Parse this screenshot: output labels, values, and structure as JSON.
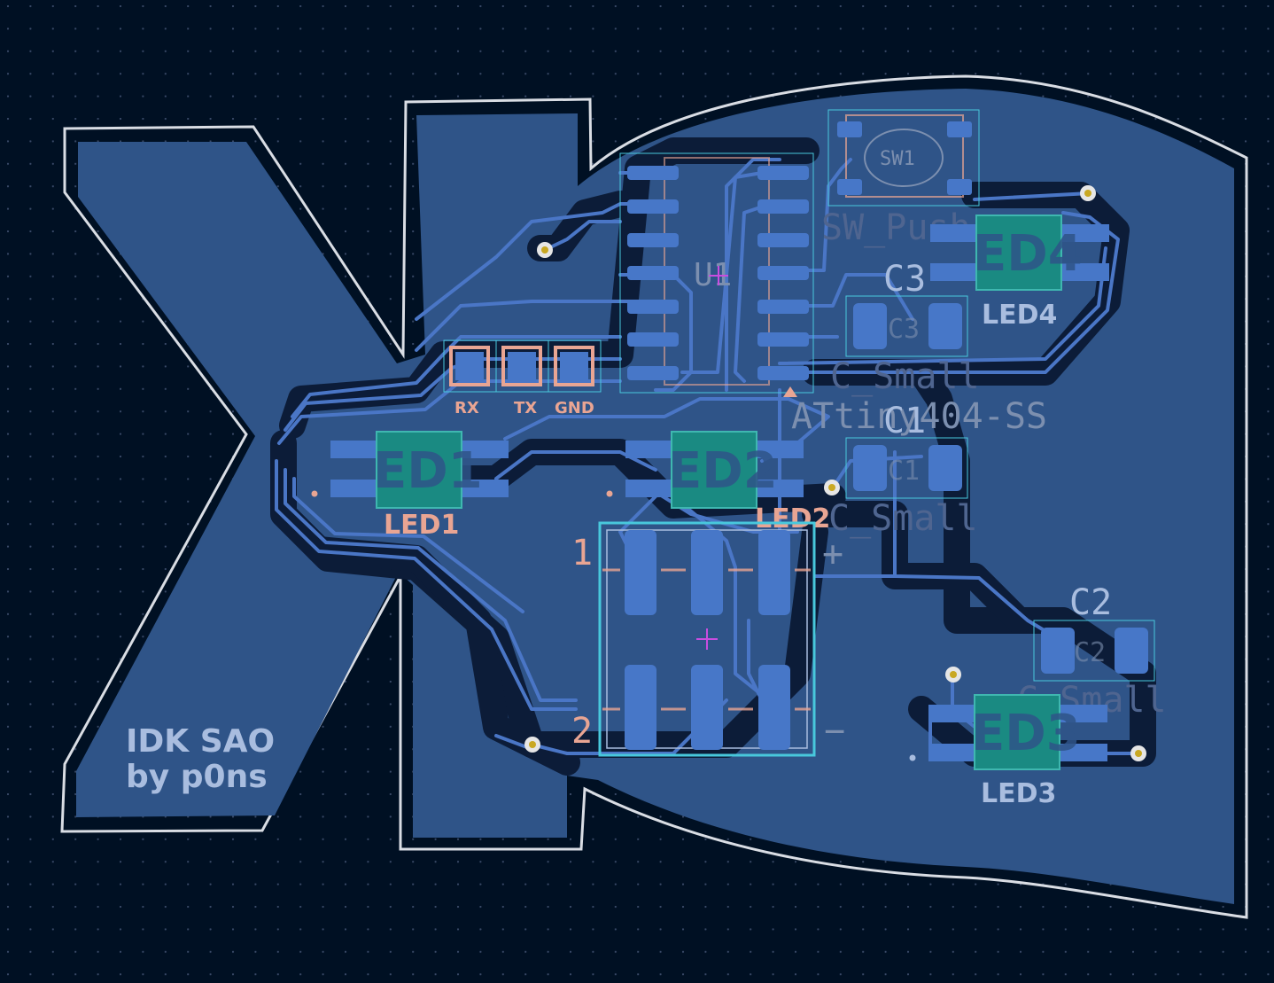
{
  "colors": {
    "background": "#001023",
    "grid_dot": "#3a4a68",
    "board_edge": "#d9dde4",
    "zone_fill": "#2f5488",
    "clearance": "#0c1c38",
    "track": "#4a76c6",
    "pad": "#4777c8",
    "led_body": "#1a8a82",
    "silk_back": "#e9a593",
    "silk_front": "#a9bddf",
    "fab_text": "#7c8faf",
    "courtyard": "#48c8dc",
    "via_ring": "#e6e6e6",
    "via_hole": "#c9a822"
  },
  "components": {
    "u1": {
      "ref": "U1",
      "value": "ATtiny404-SS"
    },
    "sw1": {
      "ref": "SW1",
      "value": "SW_Push"
    },
    "c1": {
      "ref": "C1",
      "value": "C_Small"
    },
    "c2": {
      "ref": "C2",
      "value": "C_Small"
    },
    "c3": {
      "ref": "C3",
      "value": "C_Small"
    },
    "led1": {
      "ref": "LED1",
      "pad_label": "ED1"
    },
    "led2": {
      "ref": "LED2",
      "pad_label": "ED2"
    },
    "led3": {
      "ref": "LED3",
      "pad_label": "ED3"
    },
    "led4": {
      "ref": "LED4",
      "pad_label": "ED4"
    },
    "battery": {
      "pin1": "1",
      "pin2": "2",
      "plus": "+",
      "minus": "−"
    }
  },
  "header_pins": [
    "RX",
    "TX",
    "GND"
  ],
  "board_text": {
    "line1": "IDK SAO",
    "line2": "by p0ns"
  }
}
